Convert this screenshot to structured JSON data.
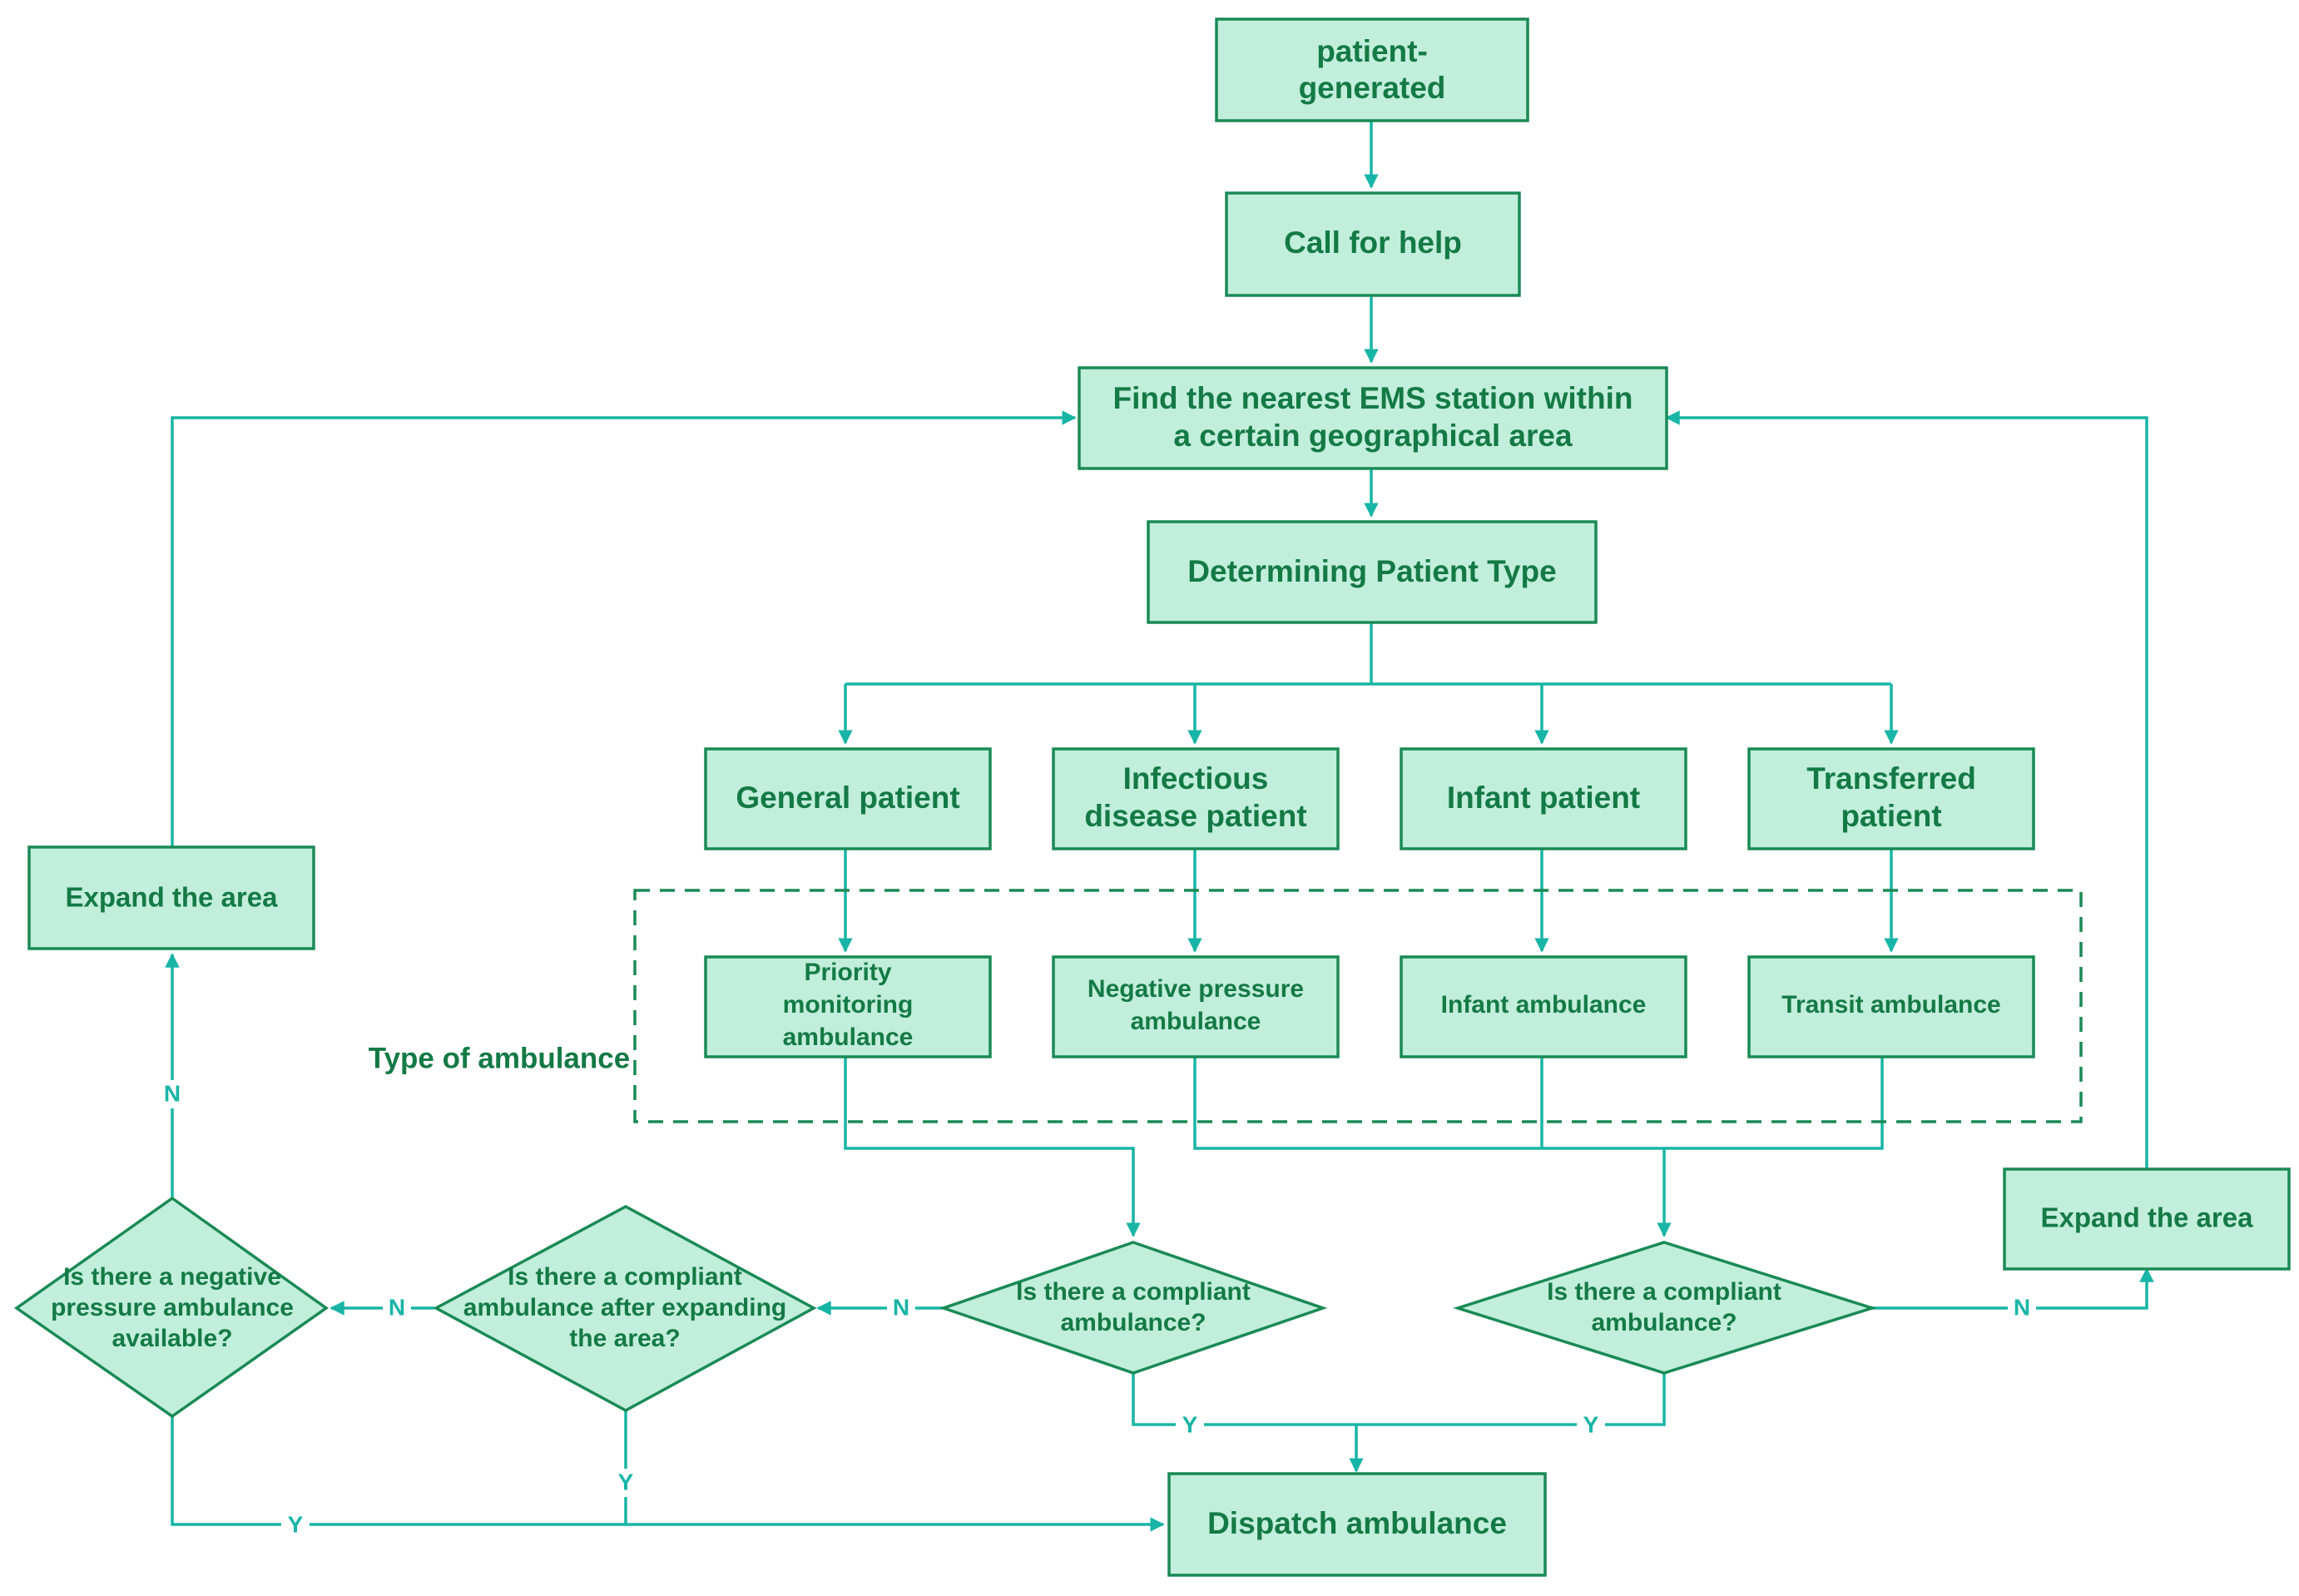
{
  "nodes": {
    "patient_generated": [
      "patient-",
      "generated"
    ],
    "call_for_help": [
      "Call for help"
    ],
    "find_nearest": [
      "Find the nearest EMS station within",
      "a certain geographical area"
    ],
    "determining_type": [
      "Determining Patient Type"
    ],
    "general_patient": [
      "General patient"
    ],
    "infectious_patient": [
      "Infectious",
      "disease patient"
    ],
    "infant_patient": [
      "Infant patient"
    ],
    "transferred_patient": [
      "Transferred",
      "patient"
    ],
    "priority_ambulance": [
      "Priority",
      "monitoring",
      "ambulance"
    ],
    "negative_ambulance": [
      "Negative pressure",
      "ambulance"
    ],
    "infant_ambulance": [
      "Infant ambulance"
    ],
    "transit_ambulance": [
      "Transit ambulance"
    ],
    "expand_left": [
      "Expand the area"
    ],
    "expand_right": [
      "Expand the area"
    ],
    "q_compliant_left": [
      "Is there a compliant",
      "ambulance?"
    ],
    "q_compliant_right": [
      "Is there a compliant",
      "ambulance?"
    ],
    "q_expanding": [
      "Is there a compliant",
      "ambulance after expanding",
      "the area?"
    ],
    "q_negative": [
      "Is there a negative",
      "pressure ambulance",
      "available?"
    ],
    "dispatch": [
      "Dispatch ambulance"
    ]
  },
  "group_label": "Type of ambulance",
  "edge_labels": {
    "no": "N",
    "yes": "Y"
  },
  "colors": {
    "box_fill": "#c2eedc",
    "box_stroke": "#1a8a55",
    "text": "#147a45",
    "connector": "#18b5a6"
  }
}
